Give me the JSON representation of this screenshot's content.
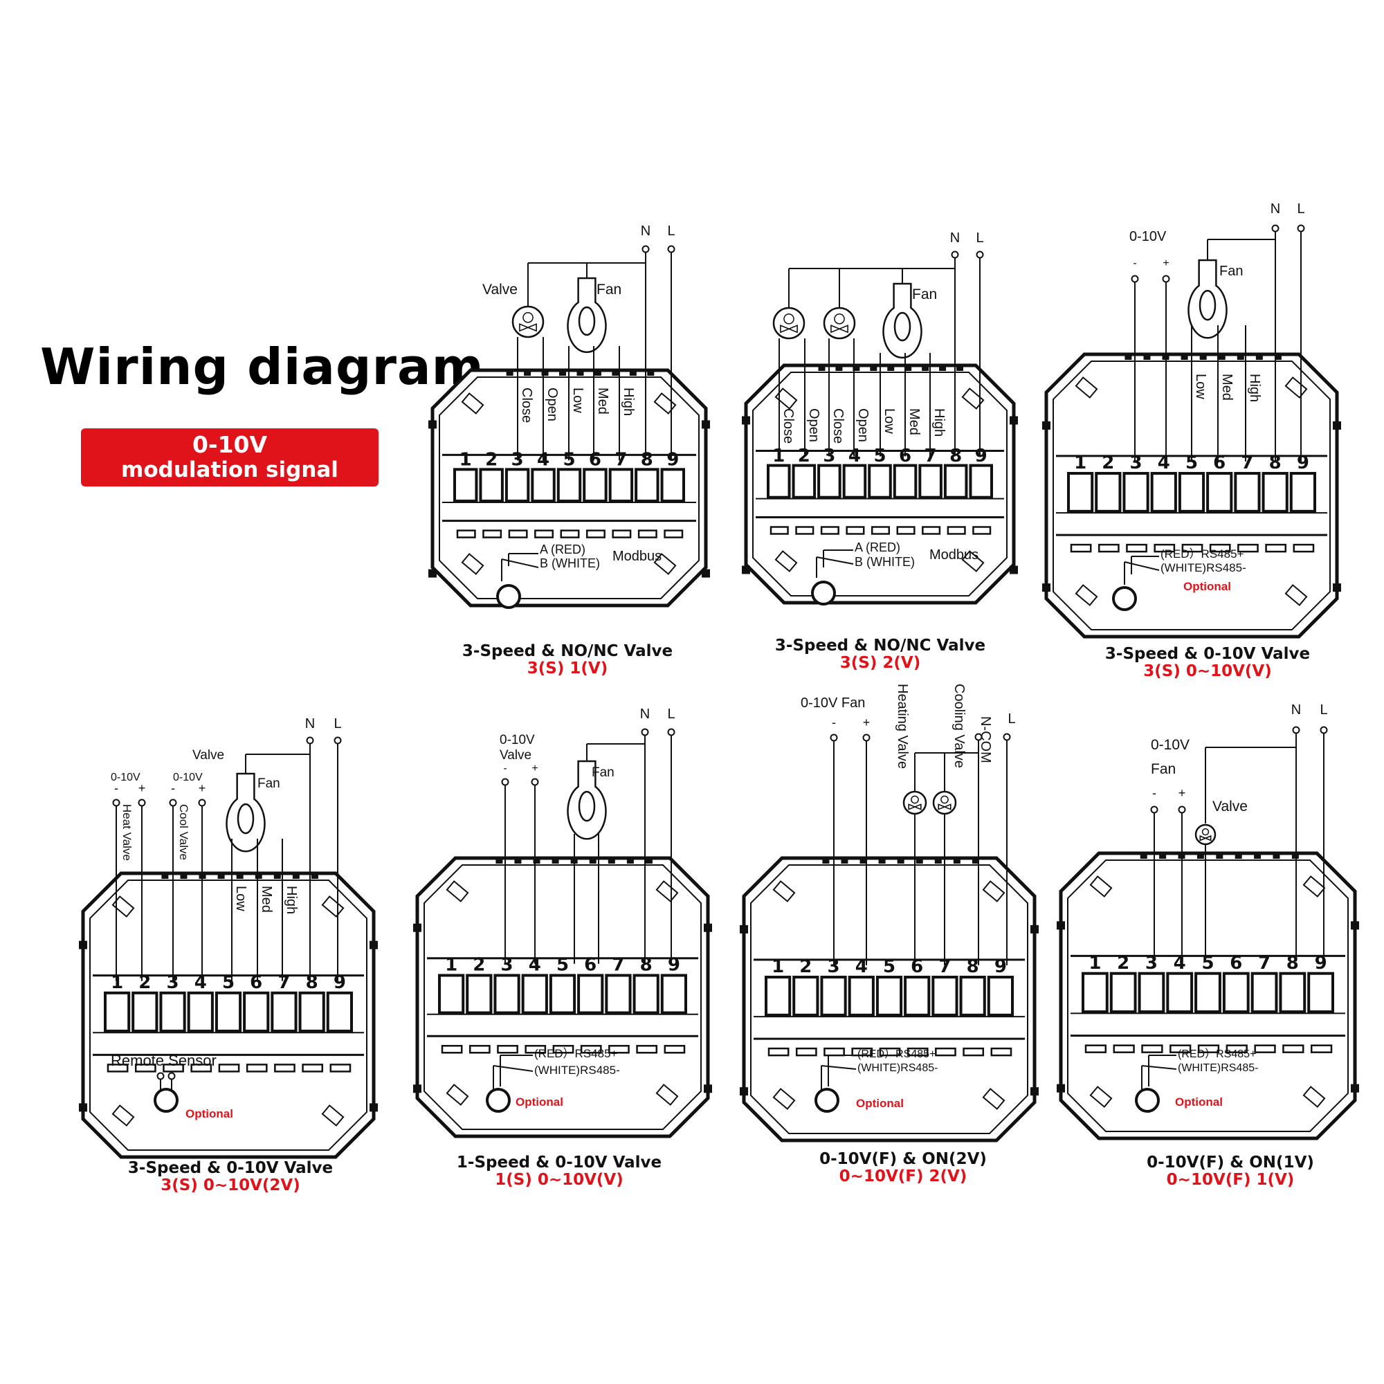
{
  "title": "Wiring diagram",
  "badge": {
    "line1": "0-10V",
    "line2": "modulation signal"
  },
  "colors": {
    "accent_red": "#e0131b",
    "ink": "#111111"
  },
  "terminals": [
    "1",
    "2",
    "3",
    "4",
    "5",
    "6",
    "7",
    "8",
    "9"
  ],
  "diagrams": [
    {
      "caption": "3-Speed & NO/NC Valve",
      "code": "3(S) 1(V)",
      "power": [
        "N",
        "L"
      ],
      "wire_labels": [
        "Close",
        "Open",
        "Low",
        "Med",
        "High"
      ],
      "device_labels": [
        "Valve",
        "Fan"
      ],
      "bus_labels": [
        "A (RED)",
        "B (WHITE)",
        "Modbus"
      ]
    },
    {
      "caption": "3-Speed & NO/NC Valve",
      "code": "3(S) 2(V)",
      "power": [
        "N",
        "L"
      ],
      "wire_labels": [
        "Close",
        "Open",
        "Close",
        "Open",
        "Low",
        "Med",
        "High"
      ],
      "device_labels": [
        "Fan"
      ],
      "bus_labels": [
        "A (RED)",
        "B (WHITE)",
        "Modbus"
      ]
    },
    {
      "caption": "3-Speed & 0-10V Valve",
      "code": "3(S) 0~10V(V)",
      "power": [
        "N",
        "L"
      ],
      "wire_labels": [
        "Low",
        "Med",
        "High"
      ],
      "device_labels": [
        "0-10V",
        "-",
        "+",
        "Fan"
      ],
      "bus_labels": [
        "(RED）RS485+",
        "(WHITE)RS485-"
      ],
      "optional": "Optional"
    },
    {
      "caption": "3-Speed & 0-10V Valve",
      "code": "3(S) 0~10V(2V)",
      "power": [
        "N",
        "L"
      ],
      "wire_labels": [
        "Heat Valve",
        "Cool Valve",
        "Low",
        "Med",
        "High"
      ],
      "device_labels": [
        "0-10V",
        "-",
        "+",
        "0-10V",
        "-",
        "+",
        "Valve",
        "Fan"
      ],
      "bus_labels": [
        "Remote Sensor"
      ],
      "optional": "Optional"
    },
    {
      "caption": "1-Speed & 0-10V Valve",
      "code": "1(S) 0~10V(V)",
      "power": [
        "N",
        "L"
      ],
      "wire_labels": [],
      "device_labels": [
        "0-10V",
        "Valve",
        "-",
        "+",
        "Fan"
      ],
      "bus_labels": [
        "(RED）RS485+",
        "(WHITE)RS485-"
      ],
      "optional": "Optional"
    },
    {
      "caption": "0-10V(F) & ON(2V)",
      "code": "0~10V(F) 2(V)",
      "power": [
        "N-COM",
        "L"
      ],
      "wire_labels": [
        "Heating Valve",
        "Cooling Valve"
      ],
      "device_labels": [
        "0-10V Fan",
        "-",
        "+"
      ],
      "bus_labels": [
        "(RED）RS485+",
        "(WHITE)RS485-"
      ],
      "optional": "Optional"
    },
    {
      "caption": "0-10V(F) & ON(1V)",
      "code": "0~10V(F) 1(V)",
      "power": [
        "N",
        "L"
      ],
      "wire_labels": [],
      "device_labels": [
        "0-10V",
        "Fan",
        "-",
        "+",
        "Valve"
      ],
      "bus_labels": [
        "(RED）RS485+",
        "(WHITE)RS485-"
      ],
      "optional": "Optional"
    }
  ]
}
